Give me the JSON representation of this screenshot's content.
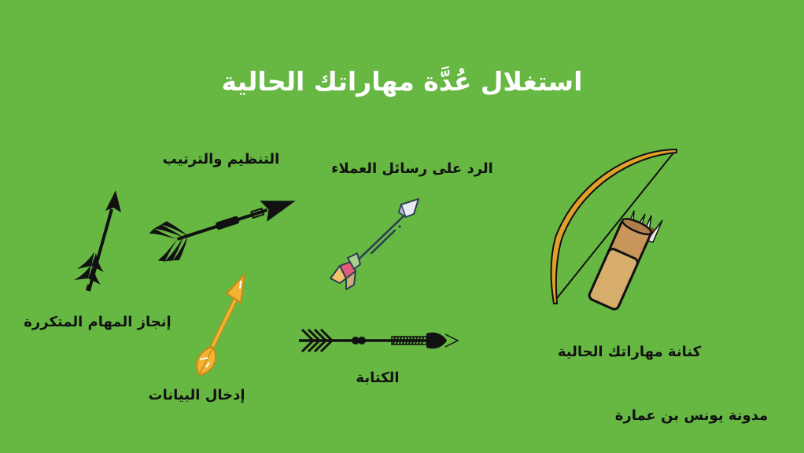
{
  "page": {
    "title": "استغلال عُدَّة مهاراتك الحالية",
    "background_color": "#66B843",
    "title_color": "#FFFFFF",
    "label_color": "#111111"
  },
  "skills": [
    {
      "id": "organizing",
      "label": "التنظيم والترتيب",
      "icon": "black-feathered-arrow-icon"
    },
    {
      "id": "customer-replies",
      "label": "الرد على رسائل العملاء",
      "icon": "colorful-fletched-arrow-icon"
    },
    {
      "id": "repetitive-tasks",
      "label": "إنجاز المهام المتكررة",
      "icon": "black-upright-arrow-icon"
    },
    {
      "id": "data-entry",
      "label": "إدخال البيانات",
      "icon": "golden-leaf-arrow-icon"
    },
    {
      "id": "writing",
      "label": "الكتابة",
      "icon": "horizontal-tribal-arrow-icon"
    }
  ],
  "quiver": {
    "label": "كنانة مهاراتك الحالية",
    "icon": "bow-and-quiver-icon"
  },
  "credit": {
    "text": "مدونة يونس بن عمارة"
  }
}
